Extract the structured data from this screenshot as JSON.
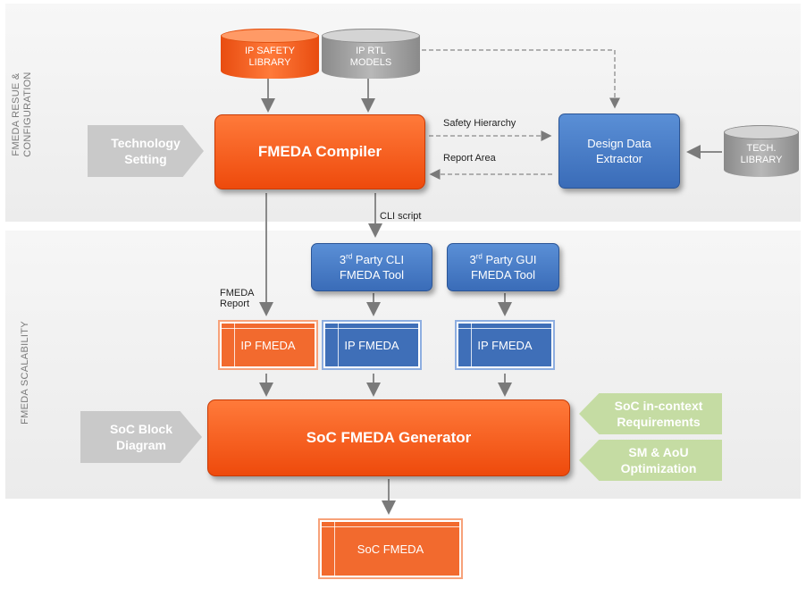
{
  "sections": {
    "top_label_line1": "FMEDA RESUE &",
    "top_label_line2": "CONFIGURATION",
    "bottom_label": "FMEDA SCALABILITY"
  },
  "inputs": {
    "ip_safety_library_line1": "IP SAFETY",
    "ip_safety_library_line2": "LIBRARY",
    "ip_rtl_models_line1": "IP RTL",
    "ip_rtl_models_line2": "MODELS",
    "tech_library_line1": "TECH.",
    "tech_library_line2": "LIBRARY",
    "technology_setting_line1": "Technology",
    "technology_setting_line2": "Setting",
    "soc_block_diagram_line1": "SoC Block",
    "soc_block_diagram_line2": "Diagram",
    "soc_requirements_line1": "SoC in-context",
    "soc_requirements_line2": "Requirements",
    "sm_aou_line1": "SM & AoU",
    "sm_aou_line2": "Optimization"
  },
  "processes": {
    "fmeda_compiler": "FMEDA Compiler",
    "design_data_extractor_line1": "Design Data",
    "design_data_extractor_line2": "Extractor",
    "cli_tool_pre": "3",
    "cli_tool_sup": "rd",
    "cli_tool_post": " Party CLI",
    "cli_tool_line2": "FMEDA Tool",
    "gui_tool_pre": "3",
    "gui_tool_sup": "rd",
    "gui_tool_post": " Party GUI",
    "gui_tool_line2": "FMEDA Tool",
    "soc_fmeda_generator": "SoC FMEDA Generator"
  },
  "outputs": {
    "ip_fmeda_1": "IP FMEDA",
    "ip_fmeda_2": "IP FMEDA",
    "ip_fmeda_3": "IP FMEDA",
    "soc_fmeda": "SoC FMEDA"
  },
  "edge_labels": {
    "safety_hierarchy": "Safety Hierarchy",
    "report_area": "Report Area",
    "cli_script": "CLI script",
    "fmeda_report_line1": "FMEDA",
    "fmeda_report_line2": "Report"
  },
  "colors": {
    "orange": "#f26a2e",
    "blue": "#3f6fb8",
    "gray": "#c9c9c9",
    "green": "#c5dca3"
  }
}
